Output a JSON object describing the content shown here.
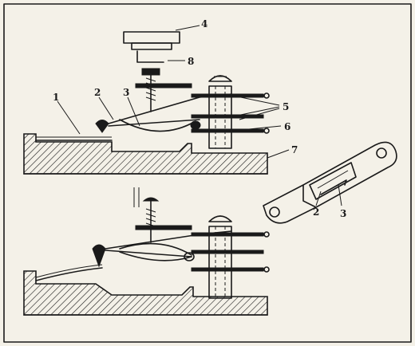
{
  "diagram": {
    "labels": {
      "l1": "1",
      "l2_top": "2",
      "l3_top": "3",
      "l4": "4",
      "l5": "5",
      "l6": "6",
      "l7": "7",
      "l8": "8",
      "l2_detail": "2",
      "l3_detail": "3"
    }
  }
}
